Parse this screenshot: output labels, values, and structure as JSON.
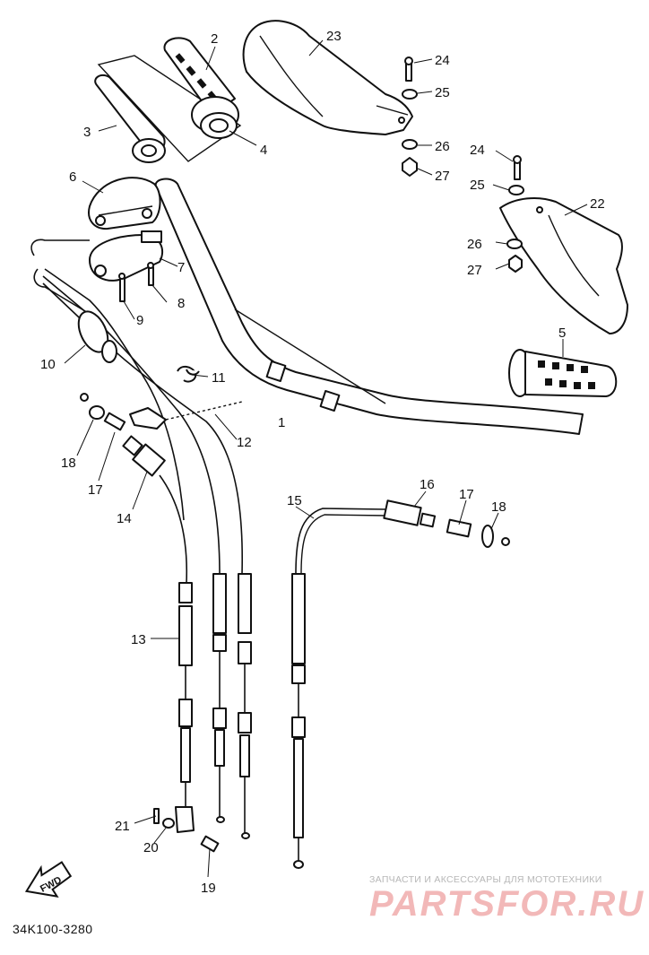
{
  "callouts": {
    "c1": "1",
    "c2": "2",
    "c3": "3",
    "c4": "4",
    "c5": "5",
    "c6": "6",
    "c7": "7",
    "c8": "8",
    "c9": "9",
    "c10": "10",
    "c11": "11",
    "c12": "12",
    "c13": "13",
    "c14": "14",
    "c15": "15",
    "c16": "16",
    "c17": "17",
    "c18": "18",
    "c19": "19",
    "c20": "20",
    "c21": "21",
    "c22": "22",
    "c23": "23",
    "c24": "24",
    "c25": "25",
    "c26": "26",
    "c27": "27"
  },
  "fwd_label": "FWD",
  "document_code": "34K100-3280",
  "watermark": {
    "tagline": "ЗАПЧАСТИ И АКСЕССУАРЫ ДЛЯ МОТОТЕХНИКИ",
    "logo": "PARTSFOR.RU"
  },
  "colors": {
    "line": "#111111",
    "background": "#ffffff",
    "watermark_logo": "#f2b8b8",
    "watermark_text": "#b7b7b7"
  }
}
